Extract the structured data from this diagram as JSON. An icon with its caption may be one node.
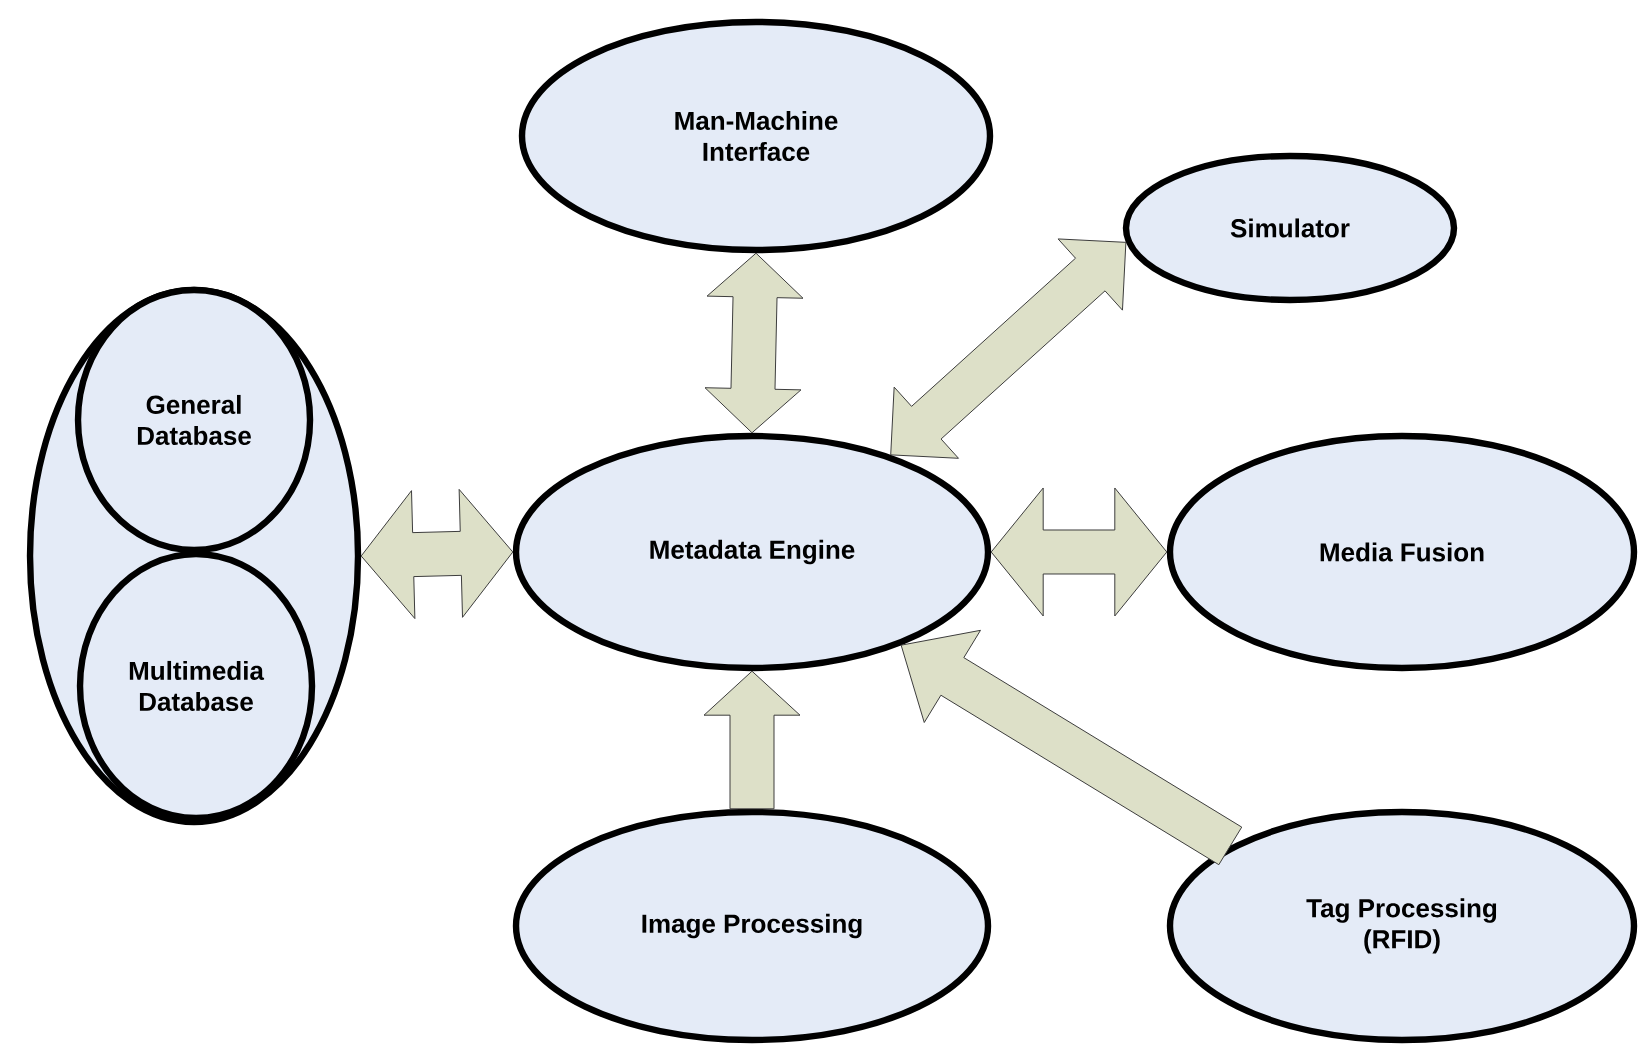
{
  "diagram": {
    "nodes": [
      {
        "text": [],
        "shape": "ellipse"
      },
      {
        "text": [
          "General Database"
        ],
        "in": 0
      },
      {
        "text": [
          "Multimedia Database"
        ],
        "in": 0
      },
      {
        "text": [
          "Man-Machine Interface"
        ]
      },
      {
        "text": [
          "Simulator"
        ]
      },
      {
        "text": [
          "Metadata Engine"
        ]
      },
      {
        "text": [
          "Media Fusion"
        ]
      },
      {
        "text": [
          "Image Processing"
        ]
      },
      {
        "text": [
          "Tag Processing (RFID)"
        ]
      }
    ],
    "edges": [
      {
        "from": 0,
        "to": 5,
        "arrow": "both"
      },
      {
        "from": 3,
        "to": 5,
        "arrow": "both"
      },
      {
        "from": 4,
        "to": 5,
        "arrow": "both"
      },
      {
        "from": 5,
        "to": 6,
        "arrow": "both"
      },
      {
        "from": 7,
        "to": 5,
        "arrow": "to"
      },
      {
        "from": 8,
        "to": 5,
        "arrow": "to"
      }
    ]
  }
}
